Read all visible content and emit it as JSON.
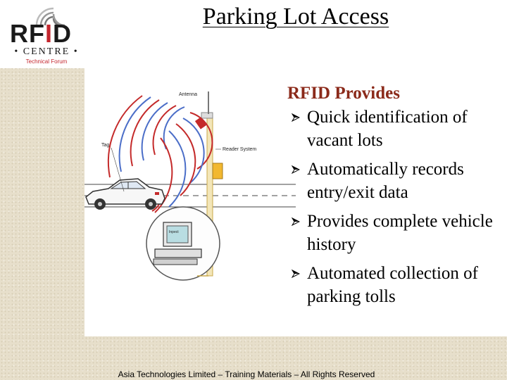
{
  "slide": {
    "title": "Parking Lot Access"
  },
  "logo": {
    "main_text_left": "RF",
    "main_text_accent": "I",
    "main_text_right": "D",
    "subtitle": "• CENTRE •",
    "tagline": "Technical Forum",
    "accent_color": "#c4262e"
  },
  "illustration": {
    "label_antenna": "Antenna",
    "label_reader": "Reader System",
    "label_tag": "Tag",
    "label_screen": "Inpect",
    "wave_color": "#c42a2a",
    "wave_alt_color": "#4b6ec8",
    "post_color": "#e8c060"
  },
  "content": {
    "heading": "RFID Provides",
    "heading_color": "#8b2a1a",
    "bullet_icon": "arrowhead-bullet-icon",
    "bullets": [
      "Quick identification of vacant lots",
      "Automatically records entry/exit data",
      "Provides complete vehicle history",
      "Automated collection of parking tolls"
    ]
  },
  "footer": {
    "text": "Asia Technologies Limited – Training Materials – All Rights Reserved"
  }
}
